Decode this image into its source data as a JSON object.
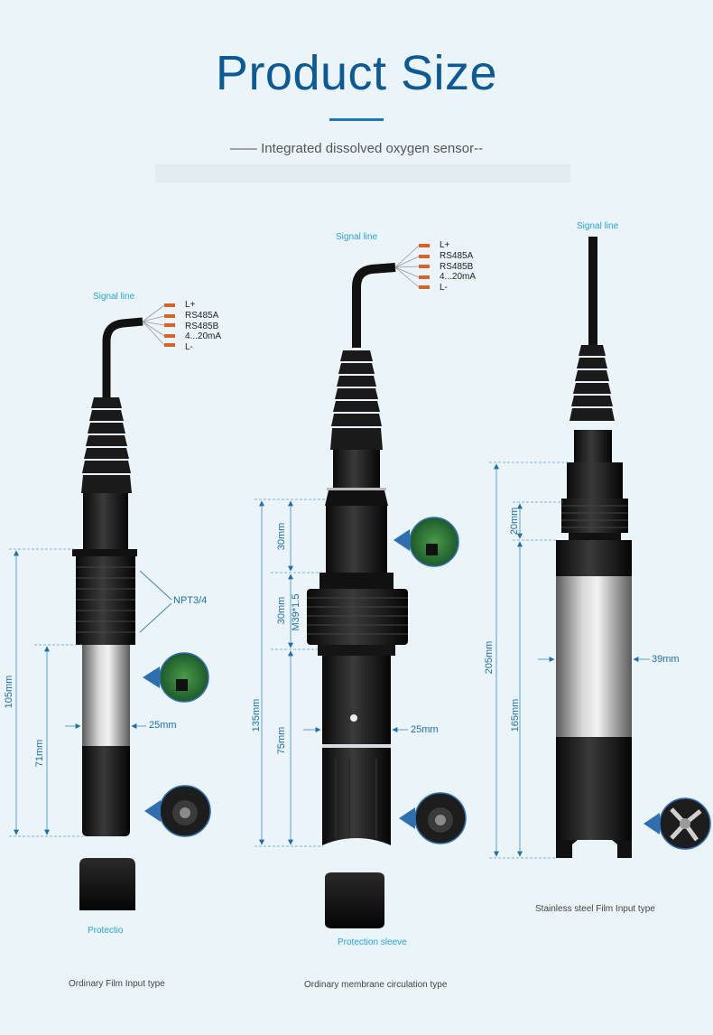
{
  "header": {
    "title": "Product Size",
    "subtitle": "—— Integrated dissolved oxygen sensor--"
  },
  "wire_labels": [
    "L+",
    "RS485A",
    "RS485B",
    "4...20mA",
    "L-"
  ],
  "sensor1": {
    "signal_label": "Signal line",
    "thread_label": "NPT3/4",
    "dim_total": "105mm",
    "dim_lower": "71mm",
    "dim_diameter": "25mm",
    "cap_label": "Protectio",
    "type_label": "Ordinary Film Input type"
  },
  "sensor2": {
    "signal_label": "Signal line",
    "dim_top": "30mm",
    "dim_mid": "30mm",
    "thread_label": "M39*1.5",
    "dim_total": "135mm",
    "dim_lower": "75mm",
    "dim_diameter": "25mm",
    "cap_label": "Protection sleeve",
    "type_label": "Ordinary membrane circulation type"
  },
  "sensor3": {
    "signal_label": "Signal line",
    "dim_top": "20mm",
    "dim_total": "205mm",
    "dim_lower": "165mm",
    "dim_diameter": "39mm",
    "type_label": "Stainless steel Film Input type"
  },
  "colors": {
    "accent": "#0b5a96",
    "dimension": "#1f6fa8",
    "label_blue": "#2aa3d2",
    "wire_orange": "#d9632a"
  }
}
